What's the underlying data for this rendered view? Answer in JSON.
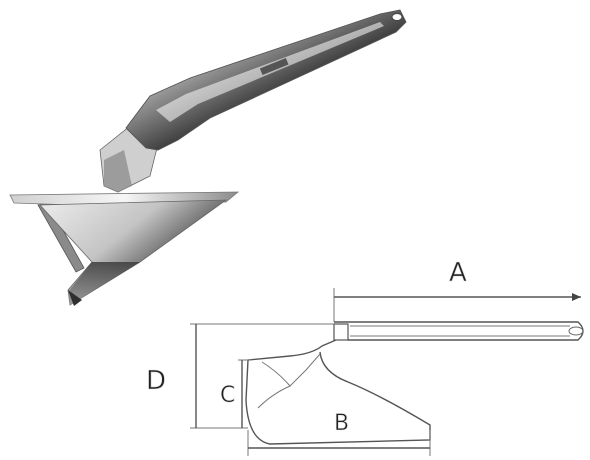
{
  "photo": {
    "marking": ""
  },
  "dimensions": {
    "a_label": "A",
    "b_label": "B",
    "c_label": "C",
    "d_label": "D"
  },
  "colors": {
    "steel_light": "#f2f2f2",
    "steel_mid": "#b8b8b8",
    "steel_dark": "#3a3a3a",
    "line": "#555555"
  }
}
